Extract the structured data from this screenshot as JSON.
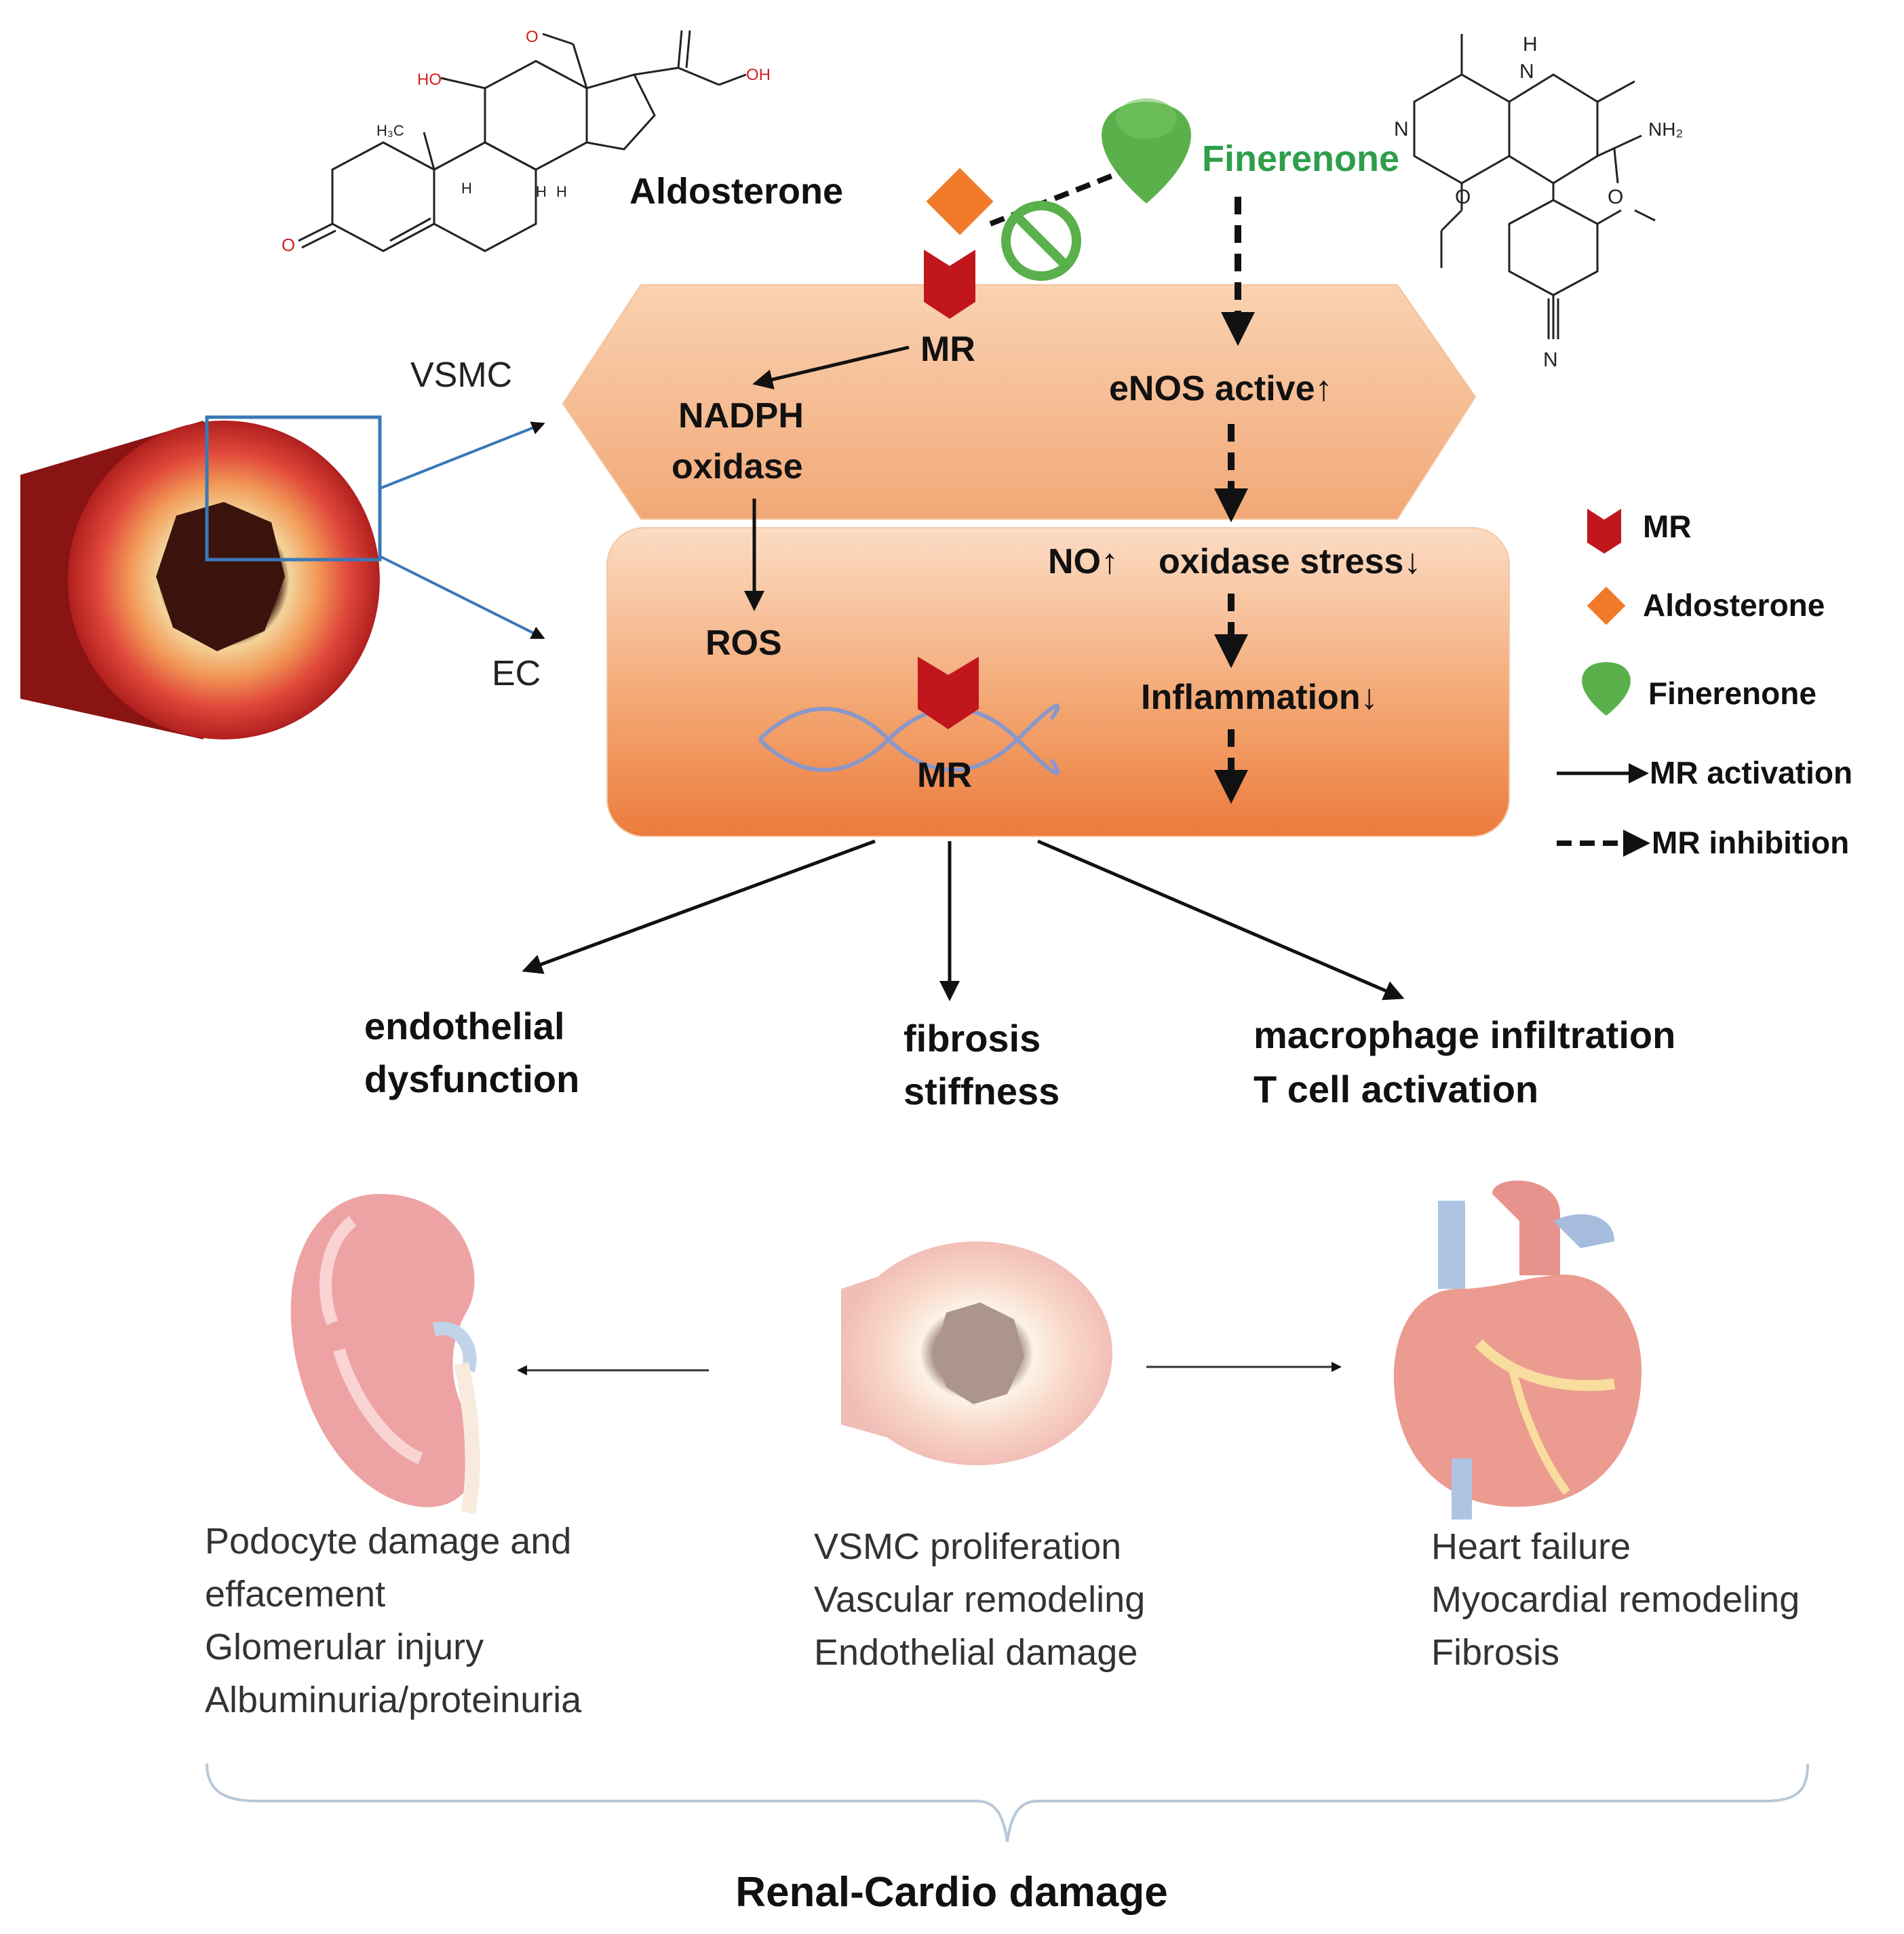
{
  "molecules": {
    "aldosterone": {
      "label": "Aldosterone",
      "atoms": [
        "HO",
        "H₃C",
        "H",
        "H",
        "H",
        "O",
        "O",
        "OH"
      ]
    },
    "finerenone": {
      "label": "Finerenone",
      "atoms": [
        "H",
        "N",
        "N",
        "NH₂",
        "O",
        "O",
        "N"
      ]
    }
  },
  "cells": {
    "vsmc": "VSMC",
    "ec": "EC"
  },
  "upper_box": {
    "mr": "MR",
    "nadph_line1": "NADPH",
    "nadph_line2": "oxidase",
    "enos": "eNOS active↑"
  },
  "lower_box": {
    "no": "NO↑",
    "oxidase_stress": "oxidase stress↓",
    "ros": "ROS",
    "inflammation": "Inflammation↓",
    "mr": "MR"
  },
  "legend": {
    "mr": "MR",
    "aldosterone": "Aldosterone",
    "finerenone": "Finerenone",
    "activation": "MR activation",
    "inhibition": "MR inhibition"
  },
  "outcomes": {
    "endothelial_1": "endothelial",
    "endothelial_2": "dysfunction",
    "fibrosis_1": "fibrosis",
    "fibrosis_2": "stiffness",
    "macrophage_1": "macrophage infiltration",
    "macrophage_2": "T cell activation"
  },
  "organs": {
    "kidney": [
      "Podocyte damage and",
      "effacement",
      "Glomerular injury",
      "Albuminuria/proteinuria"
    ],
    "vessel": [
      "VSMC proliferation",
      "Vascular remodeling",
      "Endothelial damage"
    ],
    "heart": [
      "Heart failure",
      "Myocardial remodeling",
      "Fibrosis"
    ]
  },
  "footer": "Renal-Cardio damage",
  "colors": {
    "mr_red": "#c0161c",
    "aldosterone_orange": "#f07a2a",
    "finerenone_green": "#5ab04a",
    "finerenone_text": "#2e9e4a",
    "box_peach": "#f5b98e",
    "box_orange": "#ee8a4a",
    "blue_line": "#3a78b8"
  }
}
